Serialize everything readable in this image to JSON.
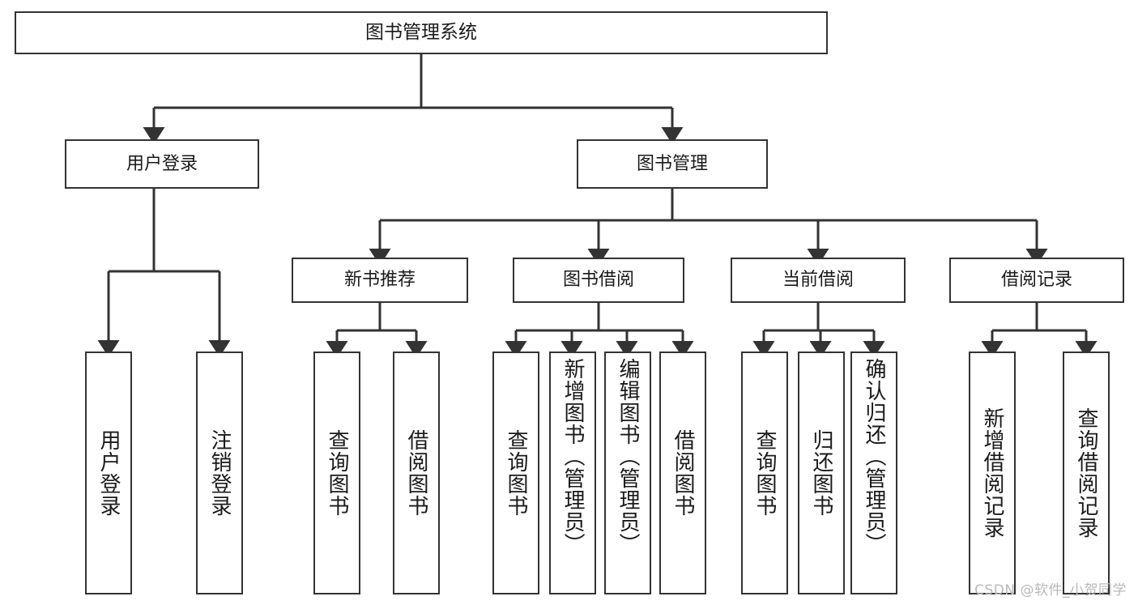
{
  "diagram": {
    "title": "图书管理系统",
    "type": "tree",
    "colors": {
      "box_border": "#333333",
      "box_fill": "#ffffff",
      "connector": "#333333",
      "text": "#1a1a1a",
      "watermark": "#b9b9b9",
      "background": "#ffffff"
    },
    "nodes": {
      "root": {
        "label": "图书管理系统"
      },
      "level1": [
        {
          "id": "user-login",
          "label": "用户登录"
        },
        {
          "id": "book-management",
          "label": "图书管理"
        }
      ],
      "level2": [
        {
          "id": "new-book-recommend",
          "label": "新书推荐",
          "parent": "book-management"
        },
        {
          "id": "book-borrow",
          "label": "图书借阅",
          "parent": "book-management"
        },
        {
          "id": "current-borrow",
          "label": "当前借阅",
          "parent": "book-management"
        },
        {
          "id": "borrow-record",
          "label": "借阅记录",
          "parent": "book-management"
        }
      ],
      "leaves": [
        {
          "id": "leaf-user-login",
          "label": "用户登录",
          "parent": "user-login"
        },
        {
          "id": "leaf-logout-login",
          "label": "注销登录",
          "parent": "user-login"
        },
        {
          "id": "leaf-query-book-1",
          "label": "查询图书",
          "parent": "new-book-recommend"
        },
        {
          "id": "leaf-borrow-book-1",
          "label": "借阅图书",
          "parent": "new-book-recommend"
        },
        {
          "id": "leaf-query-book-2",
          "label": "查询图书",
          "parent": "book-borrow"
        },
        {
          "id": "leaf-add-book",
          "label": "新增图书（管理员）",
          "parent": "book-borrow"
        },
        {
          "id": "leaf-edit-book",
          "label": "编辑图书（管理员）",
          "parent": "book-borrow"
        },
        {
          "id": "leaf-borrow-book-2",
          "label": "借阅图书",
          "parent": "book-borrow"
        },
        {
          "id": "leaf-query-book-3",
          "label": "查询图书",
          "parent": "current-borrow"
        },
        {
          "id": "leaf-return-book",
          "label": "归还图书",
          "parent": "current-borrow"
        },
        {
          "id": "leaf-confirm-return",
          "label": "确认归还（管理员）",
          "parent": "current-borrow"
        },
        {
          "id": "leaf-add-record",
          "label": "新增借阅记录",
          "parent": "borrow-record"
        },
        {
          "id": "leaf-query-record",
          "label": "查询借阅记录",
          "parent": "borrow-record"
        }
      ]
    },
    "watermark": "CSDN @软件_小贺同学"
  }
}
